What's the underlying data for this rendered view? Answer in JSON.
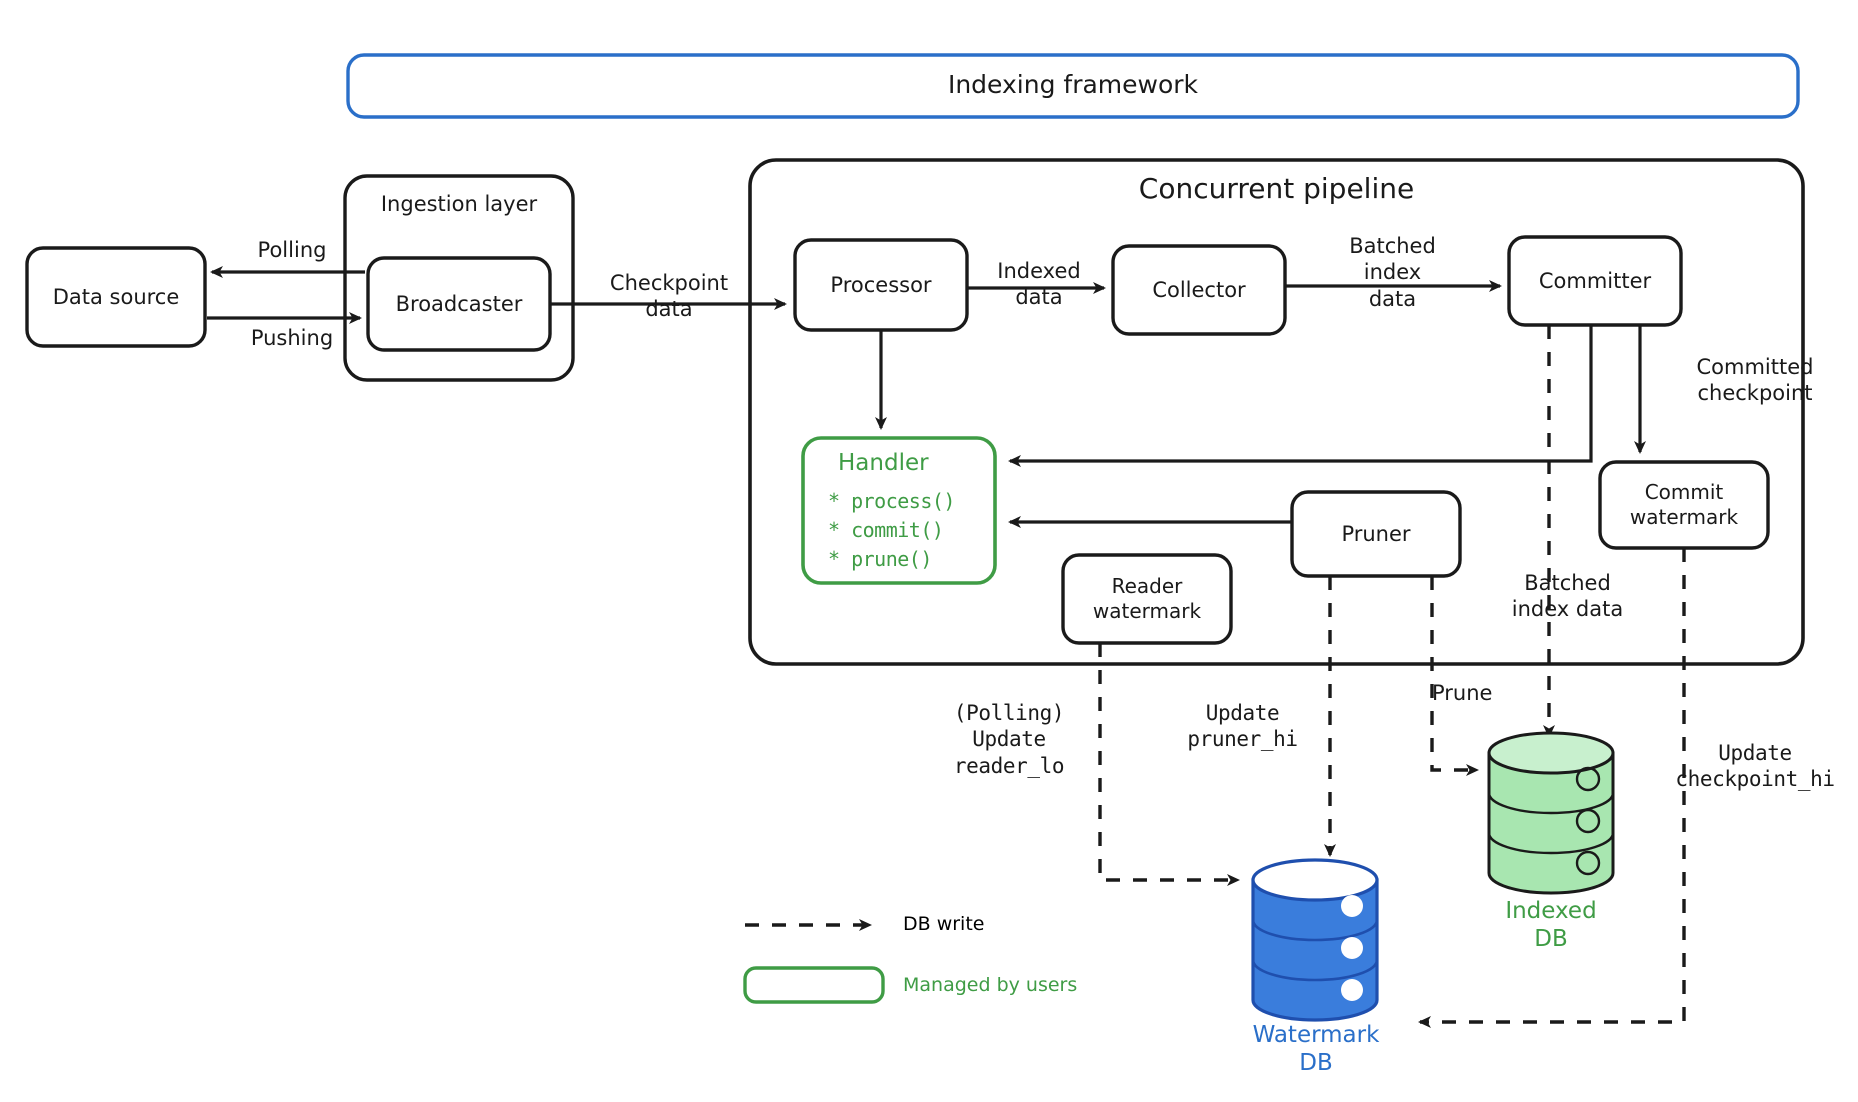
{
  "framework": {
    "title": "Indexing framework",
    "title_color": "#2a6fc9"
  },
  "containers": {
    "ingestion": {
      "title": "Ingestion layer"
    },
    "pipeline": {
      "title": "Concurrent pipeline"
    }
  },
  "nodes": {
    "data_source": {
      "label": "Data source"
    },
    "broadcaster": {
      "label": "Broadcaster"
    },
    "processor": {
      "label": "Processor"
    },
    "collector": {
      "label": "Collector"
    },
    "committer": {
      "label": "Committer"
    },
    "commit_watermark": {
      "label": "Commit\nwatermark"
    },
    "reader_watermark": {
      "label": "Reader\nwatermark"
    },
    "pruner": {
      "label": "Pruner"
    },
    "handler": {
      "title": "Handler",
      "methods": [
        "* process()",
        "* commit()",
        "* prune()"
      ],
      "color": "#3f9c45"
    }
  },
  "edge_labels": {
    "polling": "Polling",
    "pushing": "Pushing",
    "checkpoint_data": "Checkpoint\ndata",
    "indexed_data": "Indexed\ndata",
    "batched_index_data_top": "Batched\nindex\ndata",
    "committed_checkpoint": "Committed\ncheckpoint",
    "batched_index_data_bottom": "Batched\nindex data",
    "prune": "Prune",
    "polling_update_reader_lo": "(Polling)\nUpdate\nreader_lo",
    "update_pruner_hi": "Update\npruner_hi",
    "update_checkpoint_hi": "Update\ncheckpoint_hi"
  },
  "databases": {
    "watermark": {
      "caption": "Watermark\nDB",
      "color": "#3a7ddc"
    },
    "indexed": {
      "caption": "Indexed\nDB",
      "color": "#a8e6b0",
      "text_color": "#3f9c45"
    }
  },
  "legend": {
    "db_write": "DB write",
    "managed_by_users": "Managed by users",
    "managed_color": "#3f9c45"
  }
}
